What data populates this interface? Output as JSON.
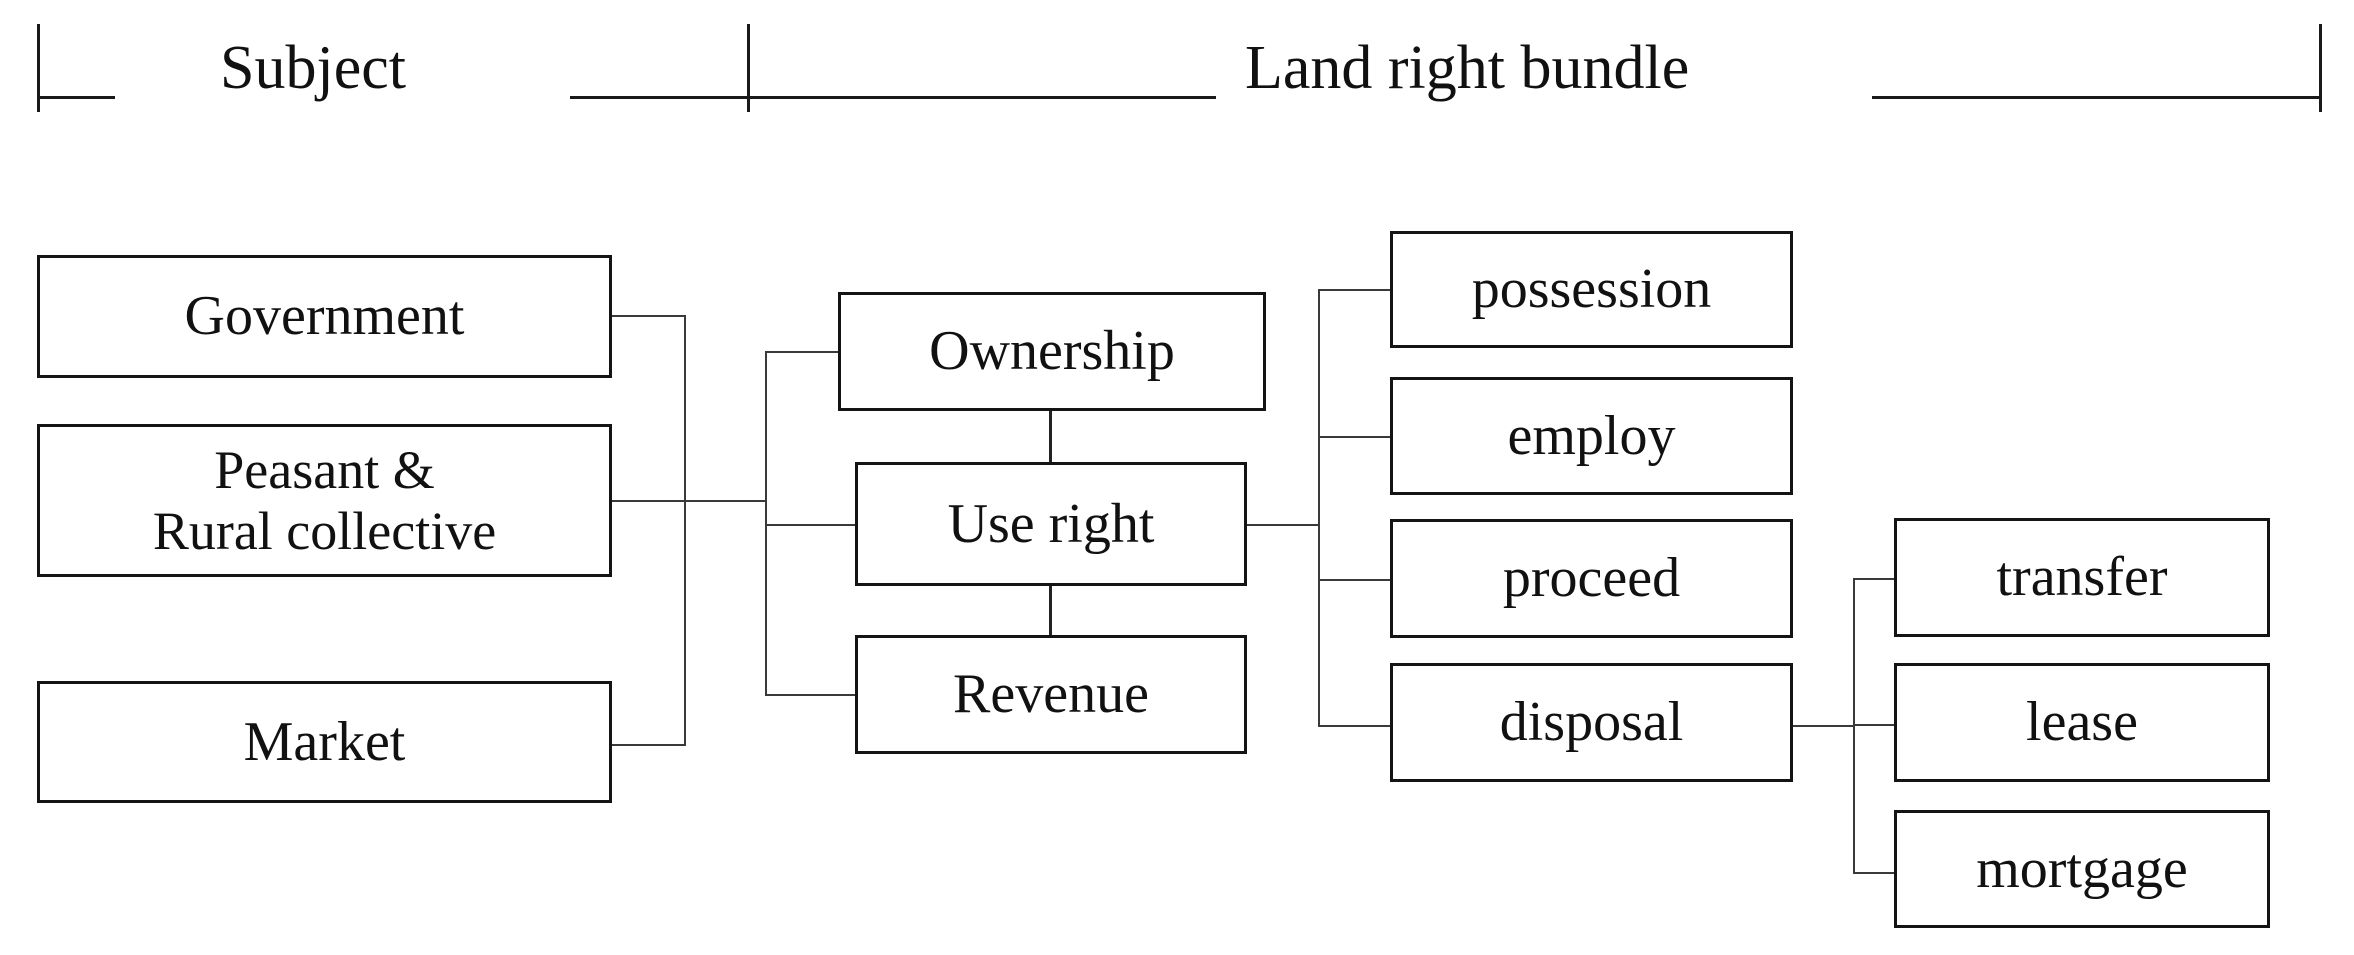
{
  "header": {
    "sections": [
      {
        "label": "Subject"
      },
      {
        "label": "Land right bundle"
      }
    ]
  },
  "diagram": {
    "type": "hierarchy-tree",
    "orientation": "left-to-right",
    "columns": [
      {
        "name": "subject-actors",
        "nodes": [
          {
            "id": "government",
            "label": "Government"
          },
          {
            "id": "peasant-rural-collective",
            "label_line1": "Peasant &",
            "label_line2": "Rural collective"
          },
          {
            "id": "market",
            "label": "Market"
          }
        ]
      },
      {
        "name": "right-categories",
        "nodes": [
          {
            "id": "ownership",
            "label": "Ownership"
          },
          {
            "id": "use-right",
            "label": "Use right"
          },
          {
            "id": "revenue",
            "label": "Revenue"
          }
        ]
      },
      {
        "name": "use-right-components",
        "nodes": [
          {
            "id": "possession",
            "label": "possession"
          },
          {
            "id": "employ",
            "label": "employ"
          },
          {
            "id": "proceed",
            "label": "proceed"
          },
          {
            "id": "disposal",
            "label": "disposal"
          }
        ]
      },
      {
        "name": "disposal-modes",
        "nodes": [
          {
            "id": "transfer",
            "label": "transfer"
          },
          {
            "id": "lease",
            "label": "lease"
          },
          {
            "id": "mortgage",
            "label": "mortgage"
          }
        ]
      }
    ],
    "edges": [
      {
        "from": "government",
        "to": "right-categories-bus"
      },
      {
        "from": "peasant-rural-collective",
        "to": "right-categories-bus"
      },
      {
        "from": "market",
        "to": "right-categories-bus"
      },
      {
        "from": "right-categories-bus",
        "to": "ownership"
      },
      {
        "from": "right-categories-bus",
        "to": "use-right"
      },
      {
        "from": "right-categories-bus",
        "to": "revenue"
      },
      {
        "from": "ownership",
        "to": "use-right"
      },
      {
        "from": "use-right",
        "to": "revenue"
      },
      {
        "from": "use-right",
        "to": "possession"
      },
      {
        "from": "use-right",
        "to": "employ"
      },
      {
        "from": "use-right",
        "to": "proceed"
      },
      {
        "from": "use-right",
        "to": "disposal"
      },
      {
        "from": "disposal",
        "to": "transfer"
      },
      {
        "from": "disposal",
        "to": "lease"
      },
      {
        "from": "disposal",
        "to": "mortgage"
      }
    ],
    "colors": {
      "box_border": "#141414",
      "connector": "#3a3a3a",
      "text": "#111111",
      "background": "#ffffff"
    }
  }
}
